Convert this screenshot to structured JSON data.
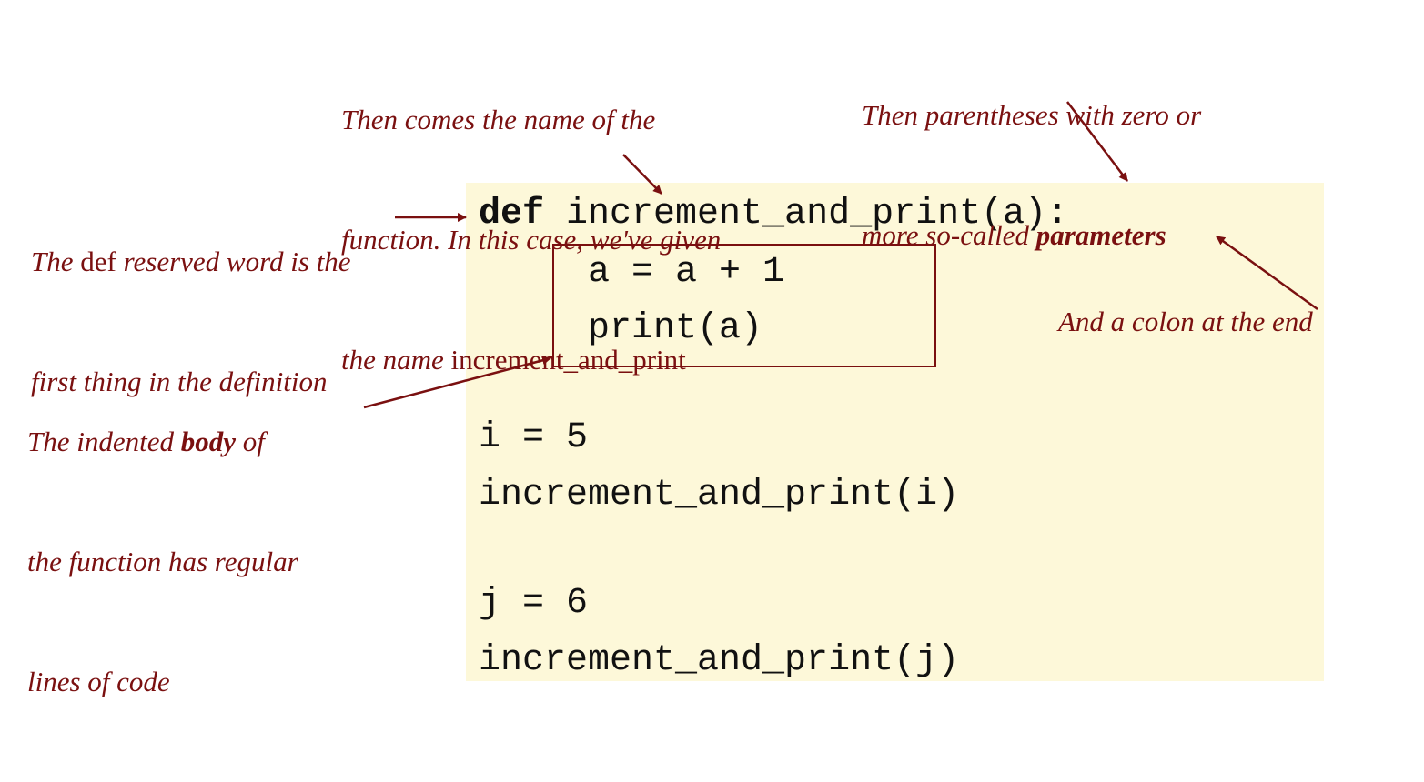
{
  "colors": {
    "annotation": "#7a1010",
    "code_background": "#fdf8d9",
    "code_text": "#111111"
  },
  "code": {
    "line1_keyword": "def",
    "line1_rest": " increment_and_print(a):",
    "line2": "a = a + 1",
    "line3": "print(a)",
    "line4": "i = 5",
    "line5": "increment_and_print(i)",
    "line6": "j = 6",
    "line7": "increment_and_print(j)"
  },
  "annotations": {
    "name": {
      "line1": "Then comes the name of the",
      "line2": "function. In this case, we've given",
      "line3_italic": "the name ",
      "line3_plain": "increment_and_print"
    },
    "parameters": {
      "line1": "Then parentheses with zero or",
      "line2_italic": "more so-called ",
      "line2_bold": "parameters"
    },
    "def_word": {
      "line1_italic_a": "The ",
      "line1_plain": "def",
      "line1_italic_b": " reserved word is the",
      "line2": "first thing in the definition"
    },
    "colon": {
      "text": "And a colon at the end"
    },
    "body": {
      "line1_italic_a": "The indented ",
      "line1_bold": "body",
      "line1_italic_b": " of",
      "line2": "the function has regular",
      "line3": "lines of code"
    }
  }
}
